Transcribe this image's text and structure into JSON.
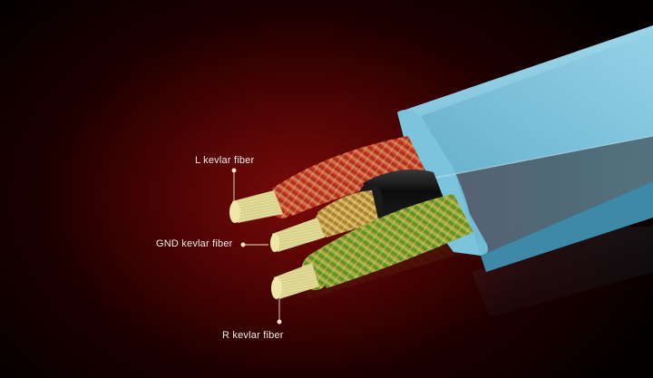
{
  "labels": {
    "l": "L  kevlar fiber",
    "gnd": "GND  kevlar fiber",
    "r": "R  kevlar fiber"
  },
  "colors": {
    "background_core": "#7a0a0a",
    "jacket": "#7ec4dc",
    "kevlar_fiber": "#e8e09a",
    "wire_red": "#c0342a",
    "wire_gold": "#c9a23c",
    "wire_green": "#5f9a2c",
    "insulator": "#111111",
    "callout": "#f0e6c0"
  }
}
